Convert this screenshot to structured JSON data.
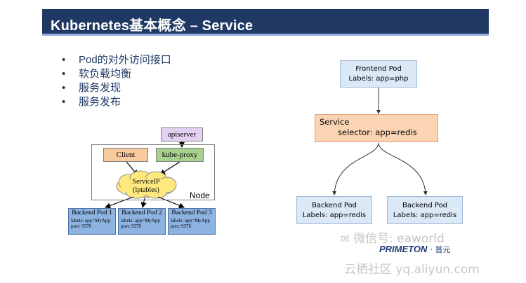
{
  "slide": {
    "title": "Kubernetes基本概念 – Service",
    "bullets": [
      "Pod的对外访问接口",
      "软负载均衡",
      "服务发现",
      "服务发布"
    ]
  },
  "left_diagram": {
    "apiserver": "apiserver",
    "client": "Client",
    "kube_proxy": "kube-proxy",
    "service_ip_line1": "ServiceIP",
    "service_ip_line2": "(iptables)",
    "node_label": "Node",
    "backend_pods": [
      {
        "title": "Backend Pod 1",
        "labels": "labels: app=MyApp",
        "port": "port: 9376"
      },
      {
        "title": "Backend Pod 2",
        "labels": "labels: app=MyApp",
        "port": "port: 9376"
      },
      {
        "title": "Backend Pod 3",
        "labels": "labels: app=MyApp",
        "port": "port: 9376"
      }
    ]
  },
  "right_diagram": {
    "frontend_title": "Frontend Pod",
    "frontend_labels": "Labels: app=php",
    "service_title": "Service",
    "service_selector": "selector: app=redis",
    "backend_left_title": "Backend Pod",
    "backend_left_labels": "Labels: app=redis",
    "backend_right_title": "Backend Pod",
    "backend_right_labels": "Labels: app=redis"
  },
  "watermark": {
    "wechat": "微信号: eaworld",
    "brand": "PRIMETON",
    "brand_cn": "· 普元",
    "site": "云栖社区 yq.aliyun.com"
  },
  "colors": {
    "title_bg": "#1f3864",
    "pod_blue": "#8db3e2",
    "client_orange": "#f8cb9c",
    "proxy_green": "#a9d18e",
    "api_purple": "#e4d0f3",
    "cloud_yellow": "#ffe97f",
    "service_orange": "#fbd4b4",
    "pod_light": "#dbe8f6"
  }
}
